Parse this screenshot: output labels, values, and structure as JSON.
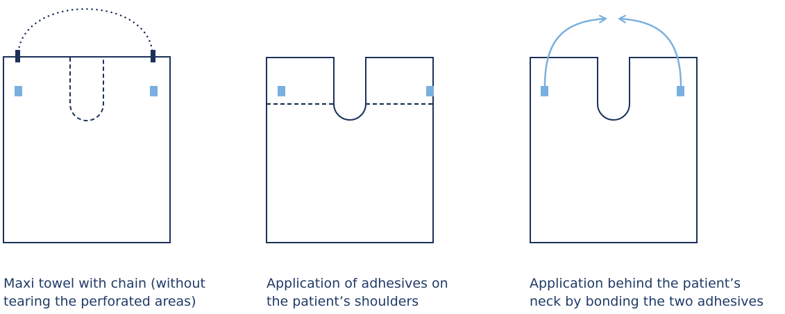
{
  "colors": {
    "outline": "#1b3158",
    "adhesive": "#79b0df",
    "text": "#1f3a66",
    "background": "#ffffff"
  },
  "steps": [
    {
      "caption_line1": "Maxi towel with chain (without",
      "caption_line2": "tearing the perforated areas)"
    },
    {
      "caption_line1": "Application of adhesives on",
      "caption_line2": "the patient’s shoulders"
    },
    {
      "caption_line1": "Application behind the patient’s",
      "caption_line2": "neck by bonding the two adhesives"
    }
  ]
}
